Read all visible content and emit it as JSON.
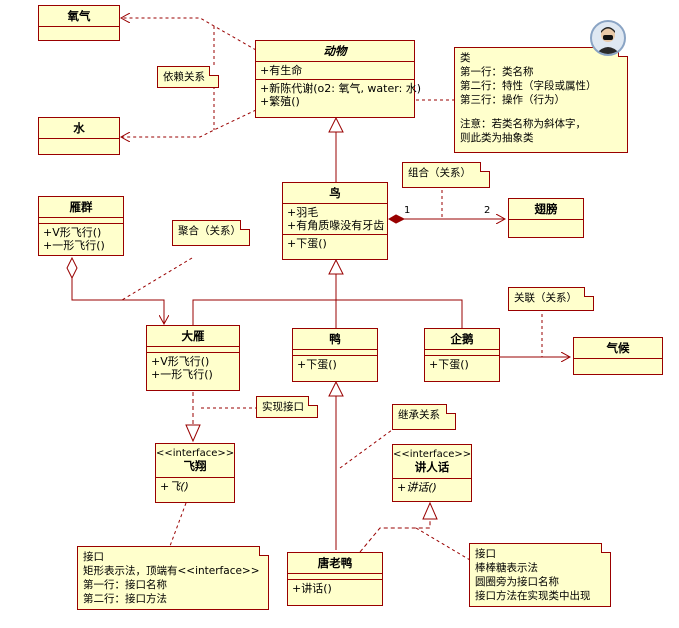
{
  "classes": {
    "oxygen": {
      "name": "氧气"
    },
    "water": {
      "name": "水"
    },
    "animal": {
      "name": "动物",
      "attributes": [
        "+有生命"
      ],
      "operations": [
        "+新陈代谢(o2: 氧气, water: 水)",
        "+繁殖()"
      ]
    },
    "bird": {
      "name": "鸟",
      "attributes": [
        "+羽毛",
        "+有角质喙没有牙齿"
      ],
      "operations": [
        "+下蛋()"
      ]
    },
    "wing": {
      "name": "翅膀"
    },
    "goose_flock": {
      "name": "雁群",
      "operations": [
        "+V形飞行()",
        "+一形飞行()"
      ]
    },
    "goose": {
      "name": "大雁",
      "operations": [
        "+V形飞行()",
        "+一形飞行()"
      ]
    },
    "duck": {
      "name": "鸭",
      "operations": [
        "+下蛋()"
      ]
    },
    "penguin": {
      "name": "企鹅",
      "operations": [
        "+下蛋()"
      ]
    },
    "climate": {
      "name": "气候"
    },
    "fly": {
      "stereotype": "<<interface>>",
      "name": "飞翔",
      "operations": [
        "+飞()"
      ]
    },
    "speak": {
      "stereotype": "<<interface>>",
      "name": "讲人话",
      "operations": [
        "+讲话()"
      ]
    },
    "donald": {
      "name": "唐老鸭",
      "operations": [
        "+讲话()"
      ]
    }
  },
  "notes": {
    "dependency": "依赖关系",
    "composition": "组合（关系）",
    "aggregation": "聚合（关系）",
    "association": "关联（关系）",
    "realization": "实现接口",
    "inheritance": "继承关系",
    "class_note": [
      "类",
      "第一行：类名称",
      "第二行：特性（字段或属性）",
      "第三行：操作（行为）",
      "",
      "注意：若类名称为斜体字，",
      "则此类为抽象类"
    ],
    "interface_rect_note": [
      "接口",
      "矩形表示法，顶端有<<interface>>",
      "第一行：接口名称",
      "第二行：接口方法"
    ],
    "interface_lollipop_note": [
      "接口",
      "棒棒糖表示法",
      "圆圈旁为接口名称",
      "接口方法在实现类中出现"
    ]
  },
  "multiplicity": {
    "bird_end": "1",
    "wing_end": "2"
  },
  "colors": {
    "fill": "#ffffcc",
    "border": "#990000"
  }
}
